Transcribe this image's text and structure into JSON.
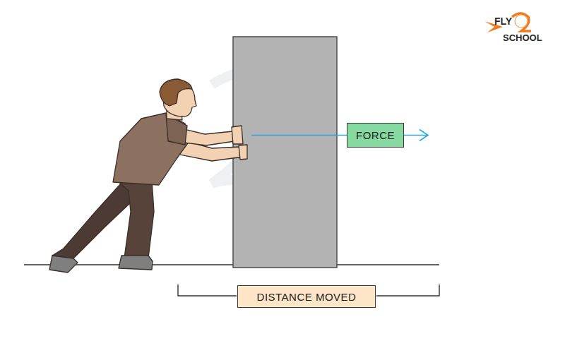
{
  "diagram": {
    "nodes": [
      {
        "text": [
          "FORCE"
        ]
      },
      {
        "text": [
          "DISTANCE MOVED"
        ]
      }
    ],
    "labels": [
      "FLY",
      "SCHOOL"
    ]
  }
}
